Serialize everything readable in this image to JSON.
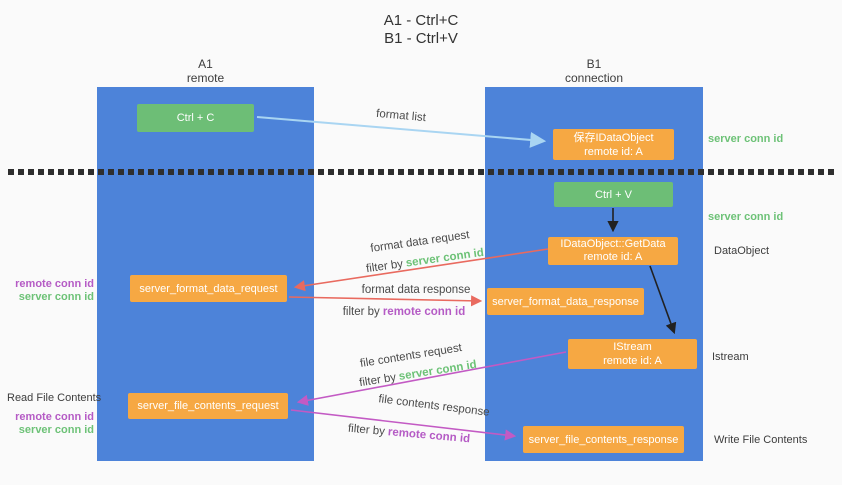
{
  "title": {
    "line1": "A1 - Ctrl+C",
    "line2": "B1 - Ctrl+V"
  },
  "columns": {
    "left": {
      "header_line1": "A1",
      "header_line2": "remote"
    },
    "right": {
      "header_line1": "B1",
      "header_line2": "connection"
    }
  },
  "boxes": {
    "ctrl_c": "Ctrl + C",
    "ctrl_v": "Ctrl + V",
    "save_dataobject": {
      "line1": "保存IDataObject",
      "line2": "remote id: A"
    },
    "getdata": {
      "line1": "IDataObject::GetData",
      "line2": "remote id: A"
    },
    "istream": {
      "line1": "IStream",
      "line2": "remote id: A"
    },
    "format_request": "server_format_data_request",
    "format_response": "server_format_data_response",
    "file_request": "server_file_contents_request",
    "file_response": "server_file_contents_response"
  },
  "labels": {
    "format_list": "format list",
    "format_data_request": "format data request",
    "format_data_response": "format data response",
    "file_contents_request": "file contents request",
    "file_contents_response": "file contents response",
    "filter_by": "filter by",
    "server_conn_id": "server conn id",
    "remote_conn_id": "remote conn id",
    "dataobject": "DataObject",
    "istream": "Istream",
    "read_file_contents": "Read File Contents",
    "write_file_contents": "Write File Contents"
  },
  "colors": {
    "column_blue": "#4d83d9",
    "box_orange": "#f6a843",
    "box_green": "#6dbe76",
    "green_text": "#6dc277",
    "purple_text": "#b55bc5",
    "red_arrow": "#e96a5f",
    "magenta_arrow": "#c35ac4",
    "lightblue_arrow": "#a9d5f2",
    "black_arrow": "#212121",
    "divider": "#2e2e2e"
  }
}
